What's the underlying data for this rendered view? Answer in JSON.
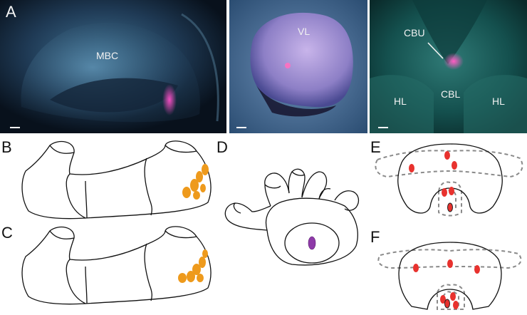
{
  "panels": {
    "A": {
      "letter": "A",
      "labels": {
        "mbc": "MBC",
        "vl": "VL",
        "cbu": "CBU",
        "hl_left": "HL",
        "cbl": "CBL",
        "hl_right": "HL"
      }
    },
    "B": {
      "letter": "B"
    },
    "C": {
      "letter": "C"
    },
    "D": {
      "letter": "D"
    },
    "E": {
      "letter": "E"
    },
    "F": {
      "letter": "F"
    }
  },
  "colors": {
    "outline": "#111111",
    "orange_marker": "#ee9a1c",
    "red_marker": "#e8322e",
    "purple_marker": "#8e3aa8",
    "dashed": "#8a8a8a"
  }
}
